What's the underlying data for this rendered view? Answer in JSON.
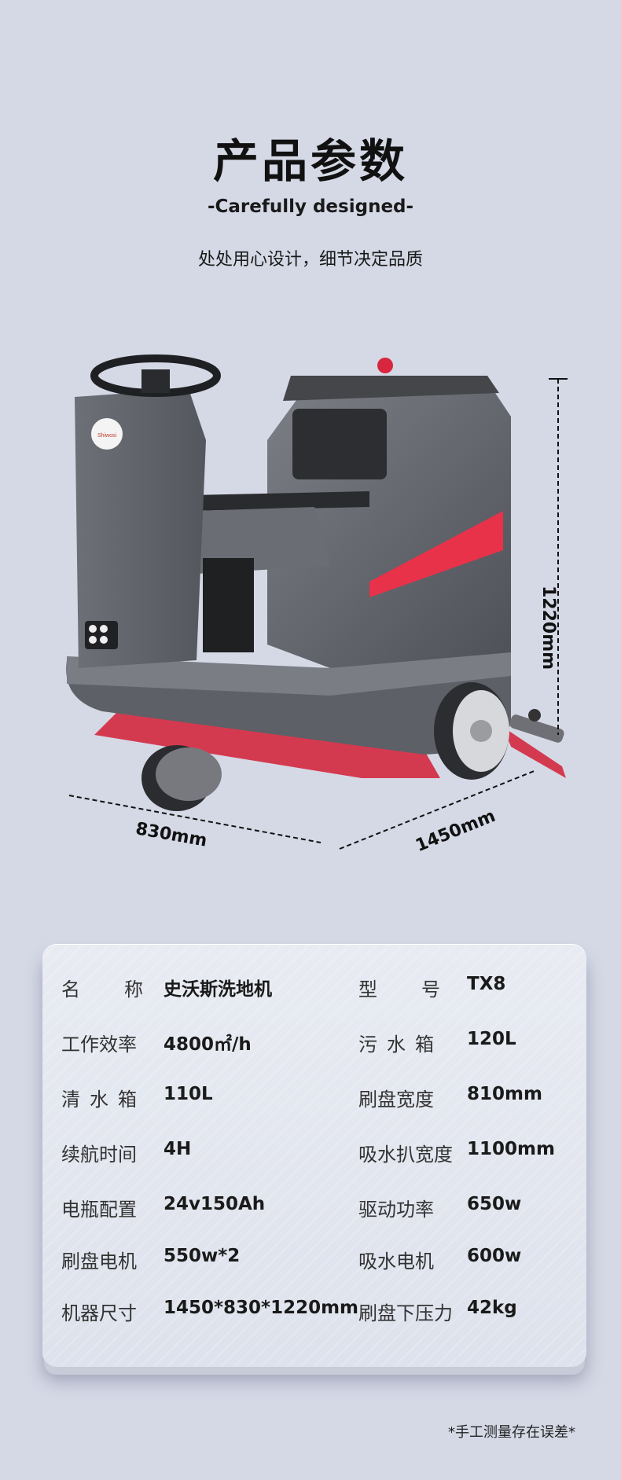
{
  "header": {
    "title": "产品参数",
    "subtitle_en": "-Carefully designed-",
    "subtitle_cn": "处处用心设计，细节决定品质"
  },
  "dimensions": {
    "width": "830mm",
    "length": "1450mm",
    "height": "1220mm"
  },
  "brand_logo_text": "Shiwosi",
  "specs": [
    {
      "left_label": [
        "名",
        "称"
      ],
      "left_value": "史沃斯洗地机",
      "right_label": [
        "型",
        "号"
      ],
      "right_value": "TX8"
    },
    {
      "left_label": [
        "工作效率"
      ],
      "left_value": "4800㎡/h",
      "right_label": [
        "污",
        "水",
        "箱"
      ],
      "right_value": "120L"
    },
    {
      "left_label": [
        "清",
        "水",
        "箱"
      ],
      "left_value": "110L",
      "right_label": [
        "刷盘宽度"
      ],
      "right_value": "810mm"
    },
    {
      "left_label": [
        "续航时间"
      ],
      "left_value": "4H",
      "right_label": [
        "吸水扒宽度"
      ],
      "right_value": "1100mm"
    },
    {
      "left_label": [
        "电瓶配置"
      ],
      "left_value": "24v150Ah",
      "right_label": [
        "驱动功率"
      ],
      "right_value": "650w"
    },
    {
      "left_label": [
        "刷盘电机"
      ],
      "left_value": "550w*2",
      "right_label": [
        "吸水电机"
      ],
      "right_value": "600w"
    },
    {
      "left_label": [
        "机器尺寸"
      ],
      "left_value": "1450*830*1220mm",
      "right_label": [
        "刷盘下压力"
      ],
      "right_value": "42kg"
    }
  ],
  "footnote": "*手工测量存在误差*",
  "colors": {
    "background": "#d5d9e6",
    "accent_red": "#e8324a",
    "body_gray": "#5f6268"
  }
}
